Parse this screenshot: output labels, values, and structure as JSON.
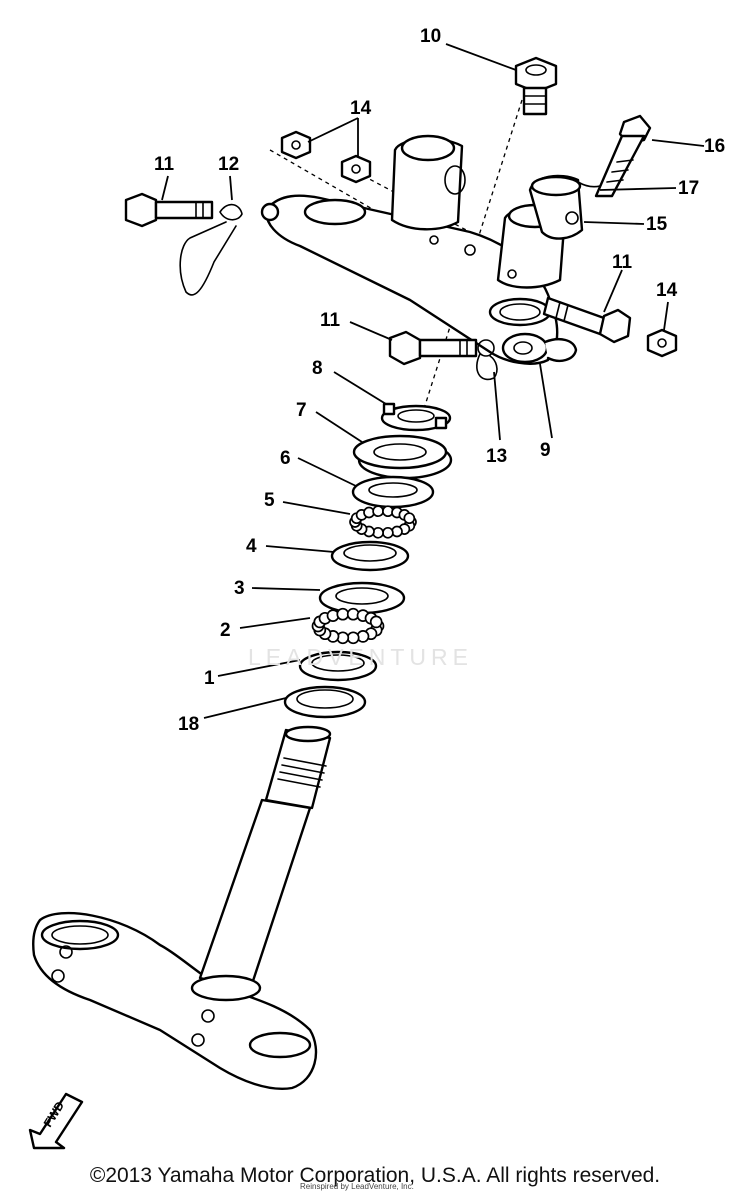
{
  "diagram": {
    "callouts": {
      "c1": "1",
      "c2": "2",
      "c3": "3",
      "c4": "4",
      "c5": "5",
      "c6": "6",
      "c7": "7",
      "c8": "8",
      "c9": "9",
      "c10": "10",
      "c11a": "11",
      "c11b": "11",
      "c11c": "11",
      "c12": "12",
      "c13": "13",
      "c14a": "14",
      "c14b": "14",
      "c15": "15",
      "c16": "16",
      "c17": "17",
      "c18": "18"
    },
    "fwd_label": "FWD",
    "watermark": "LEADVENTURE"
  },
  "footer": {
    "copyright": "©2013 Yamaha Motor Corporation, U.S.A. All rights reserved.",
    "credit": "Reinspired by LeadVenture, Inc."
  }
}
